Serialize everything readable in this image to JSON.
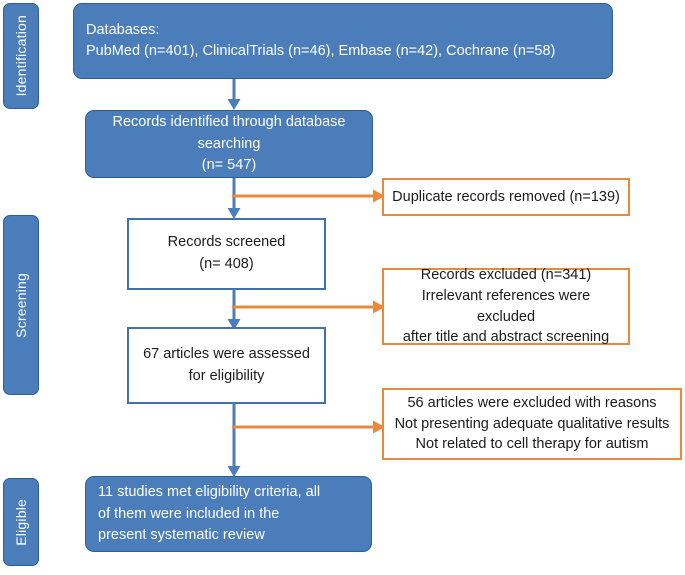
{
  "diagram": {
    "title": "PRISMA study selection flow diagram",
    "colors": {
      "blue_fill": "#4a7dba",
      "blue_border": "#2e5f93",
      "white_box_border": "#3f72ab",
      "orange_border": "#e88a3c",
      "arrow_blue": "#4a7dba",
      "arrow_orange": "#e88a3c",
      "background": "#ffffff",
      "text_dark": "#1b1b1b",
      "text_light": "#ffffff"
    },
    "stages": [
      {
        "id": "identification",
        "label": "Identification"
      },
      {
        "id": "screening",
        "label": "Screening"
      },
      {
        "id": "eligible",
        "label": "Eligible"
      }
    ],
    "nodes": {
      "databases": {
        "lines": [
          "Databases:",
          "PubMed (n=401), ClinicalTrials (n=46), Embase (n=42), Cochrane (n=58)"
        ]
      },
      "records_identified": {
        "lines": [
          "Records identified through database",
          "searching",
          "(n= 547)"
        ]
      },
      "duplicates_removed": {
        "lines": [
          "Duplicate records removed (n=139)"
        ]
      },
      "records_screened": {
        "lines": [
          "Records screened",
          "(n= 408)"
        ]
      },
      "records_excluded": {
        "lines": [
          "Records excluded (n=341)",
          "Irrelevant references were excluded",
          "after title and abstract screening"
        ]
      },
      "articles_assessed": {
        "lines": [
          "67 articles were assessed",
          "for eligibility"
        ]
      },
      "articles_excluded": {
        "lines": [
          "56 articles were excluded with reasons",
          "Not presenting adequate qualitative results",
          "Not related to cell therapy for autism"
        ]
      },
      "studies_included": {
        "lines": [
          "11 studies met eligibility criteria, all",
          "of them were included in the",
          "present systematic review"
        ]
      }
    },
    "counts": {
      "pubmed": 401,
      "clinicaltrials": 46,
      "embase": 42,
      "cochrane": 58,
      "records_identified": 547,
      "duplicates_removed": 139,
      "records_screened": 408,
      "records_excluded": 341,
      "articles_assessed": 67,
      "articles_excluded": 56,
      "studies_included": 11
    }
  }
}
